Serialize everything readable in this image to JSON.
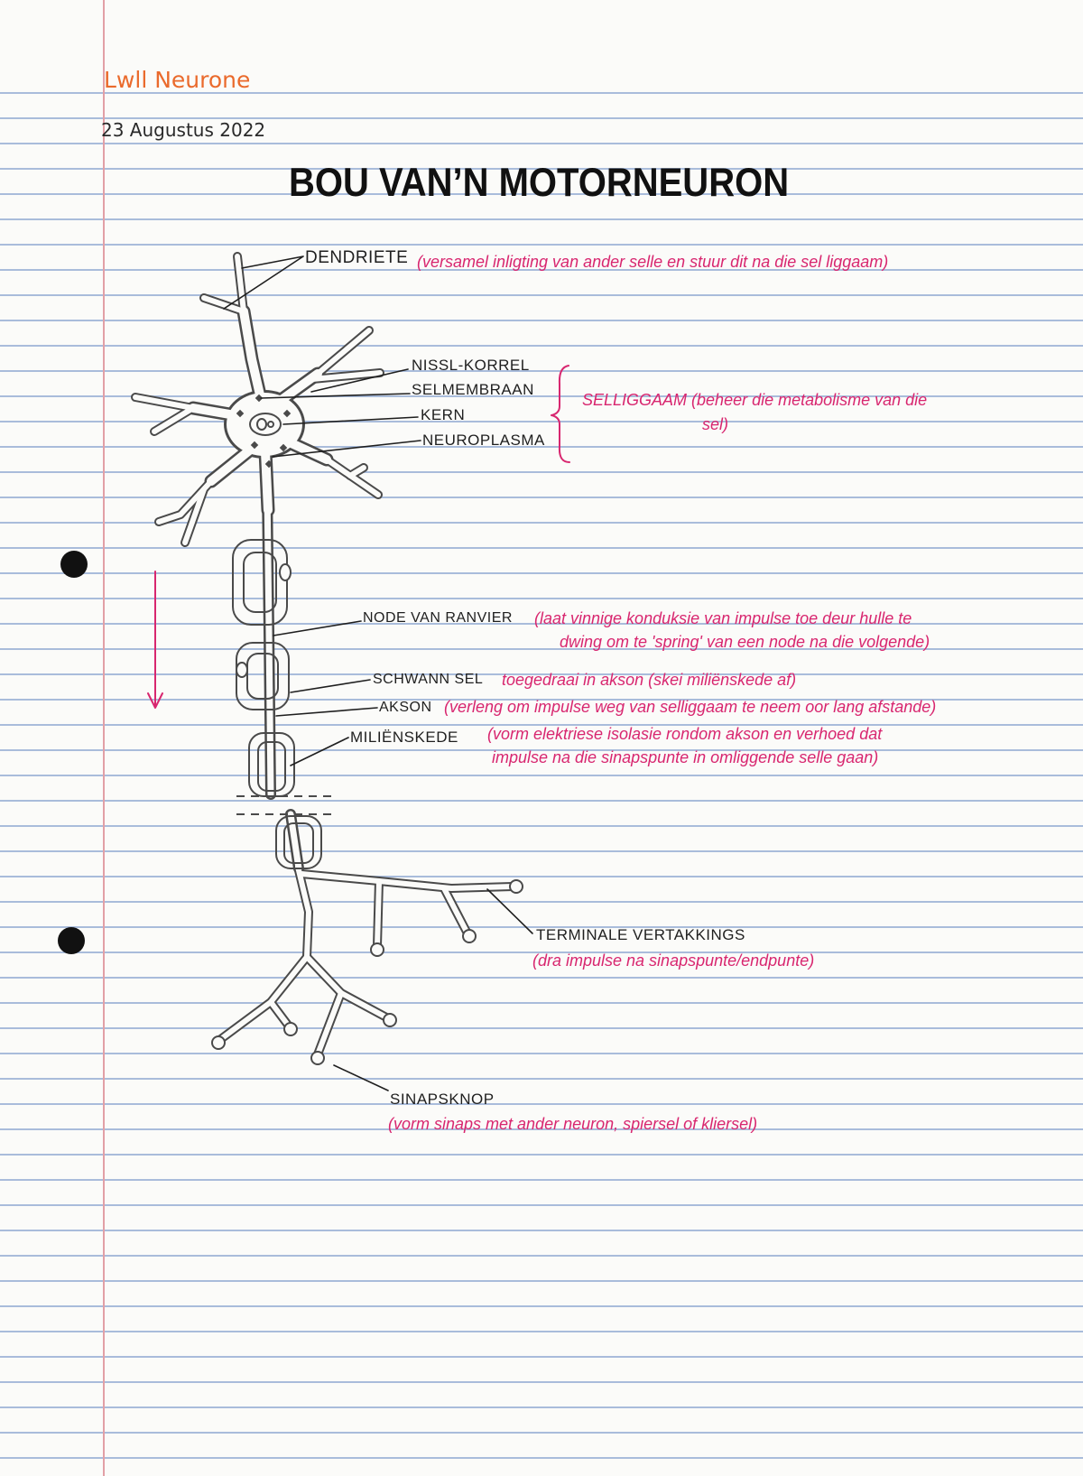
{
  "header": {
    "course": "Lwll Neurone",
    "date": "23 Augustus 2022"
  },
  "title": "BOU VAN’N MOTORNEURON",
  "labels": {
    "dendriete": {
      "label": "DENDRIETE",
      "note": "(versamel inligting van ander selle en stuur dit na die sel liggaam)"
    },
    "nissl_korrel": {
      "label": "NISSL-KORREL"
    },
    "selmembraan": {
      "label": "SELMEMBRAAN"
    },
    "kern": {
      "label": "KERN"
    },
    "neuroplasma": {
      "label": "NEUROPLASMA"
    },
    "selliggaam": {
      "note_lines": [
        "SELLIGGAAM (beheer die metabolisme van die",
        "sel)"
      ]
    },
    "node_van_ranvier": {
      "label": "NODE VAN RANVIER",
      "note_lines": [
        "(laat vinnige konduksie van impulse toe deur hulle te",
        "dwing om te 'spring' van een node na die volgende)"
      ]
    },
    "schwann_sel": {
      "label": "SCHWANN SEL",
      "note": "toegedraai in akson (skei miliënskede af)"
    },
    "akson": {
      "label": "AKSON",
      "note": "(verleng om impulse weg van selliggaam te neem oor lang afstande)"
    },
    "milienskede": {
      "label": "MILIËNSKEDE",
      "note_lines": [
        "(vorm elektriese isolasie rondom akson en verhoed dat",
        "impulse na die sinapspunte in omliggende selle gaan)"
      ]
    },
    "terminale_vertakkings": {
      "label": "TERMINALE VERTAKKINGS",
      "note": "(dra impulse na sinapspunte/endpunte)"
    },
    "sinapsknop": {
      "label": "SINAPSKNOP",
      "note": "(vorm sinaps met ander neuron, spiersel of kliersel)"
    }
  },
  "colors": {
    "paper": "#fbfbf9",
    "rule": "#a9bcdb",
    "margin": "#e2a0a6",
    "header": "#ea6a2c",
    "note": "#d8266f",
    "ink": "#1f1f1f",
    "drawing": "#4a4a4a"
  }
}
